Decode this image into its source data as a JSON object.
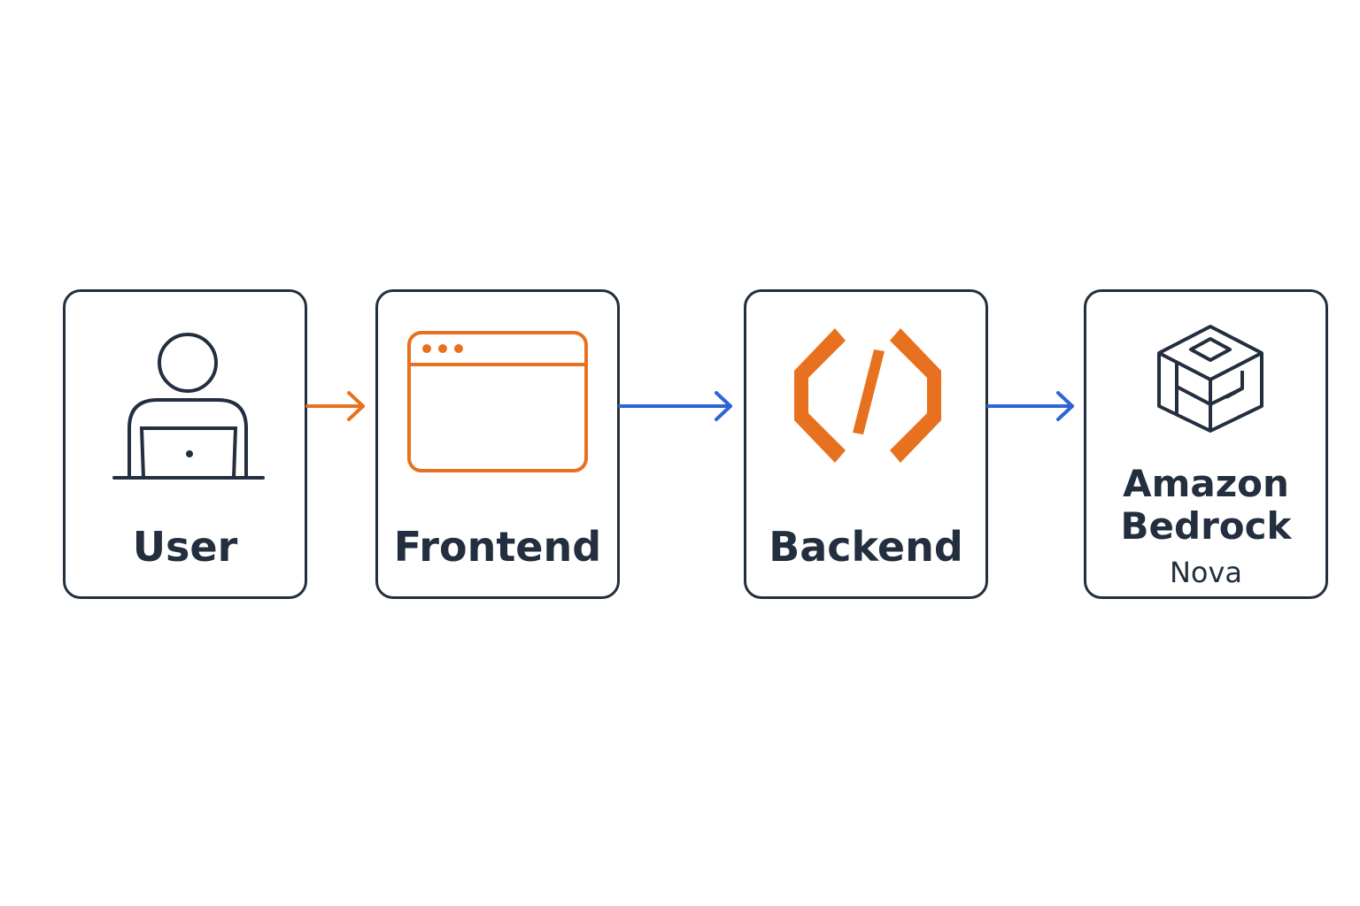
{
  "nodes": {
    "user": {
      "label": "User",
      "icon": "user-laptop-icon"
    },
    "frontend": {
      "label": "Frontend",
      "icon": "browser-window-icon"
    },
    "backend": {
      "label": "Backend",
      "icon": "code-brackets-icon"
    },
    "bedrock": {
      "label_line1": "Amazon",
      "label_line2": "Bedrock",
      "sublabel": "Nova",
      "icon": "cube-stack-icon"
    }
  },
  "colors": {
    "dark": "#232f3e",
    "orange": "#e8711f",
    "blue": "#2f64d6"
  }
}
